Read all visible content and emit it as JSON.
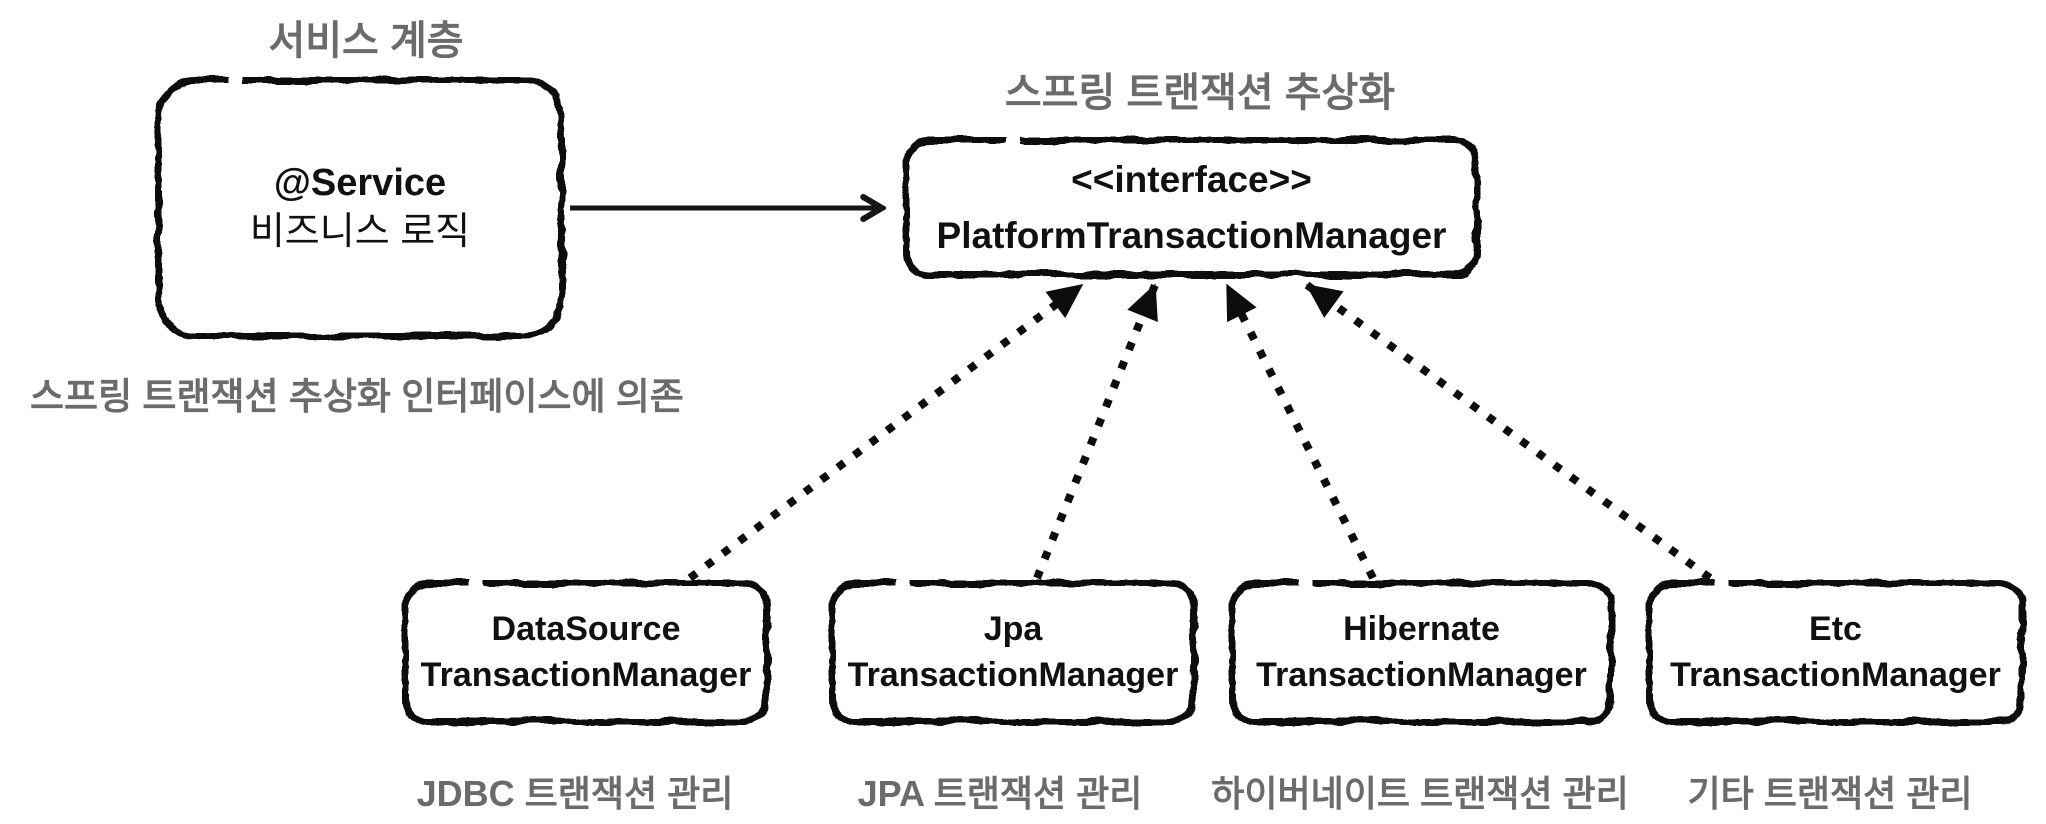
{
  "diagram": {
    "title": "Spring transaction abstraction diagram",
    "service_layer_label": "서비스 계층",
    "service_box": {
      "line1": "@Service",
      "line2": "비즈니스 로직"
    },
    "dependency_caption": "스프링 트랜잭션 추상화 인터페이스에 의존",
    "abstraction_label": "스프링 트랜잭션 추상화",
    "interface_box": {
      "line1": "<<interface>>",
      "line2": "PlatformTransactionManager"
    },
    "implementations": [
      {
        "line1": "DataSource",
        "line2": "TransactionManager",
        "caption": "JDBC 트랜잭션 관리"
      },
      {
        "line1": "Jpa",
        "line2": "TransactionManager",
        "caption": "JPA 트랜잭션 관리"
      },
      {
        "line1": "Hibernate",
        "line2": "TransactionManager",
        "caption": "하이버네이트 트랜잭션 관리"
      },
      {
        "line1": "Etc",
        "line2": "TransactionManager",
        "caption": "기타 트랜잭션 관리"
      }
    ],
    "edges": [
      {
        "from": "service-box",
        "to": "interface-box",
        "style": "solid-open-arrow"
      },
      {
        "from": "datasource-transaction-manager",
        "to": "interface-box",
        "style": "dotted-filled-arrow"
      },
      {
        "from": "jpa-transaction-manager",
        "to": "interface-box",
        "style": "dotted-filled-arrow"
      },
      {
        "from": "hibernate-transaction-manager",
        "to": "interface-box",
        "style": "dotted-filled-arrow"
      },
      {
        "from": "etc-transaction-manager",
        "to": "interface-box",
        "style": "dotted-filled-arrow"
      }
    ],
    "colors": {
      "stroke": "#0d0d0d",
      "label_gray": "#6b6b6b",
      "background": "#ffffff"
    }
  }
}
